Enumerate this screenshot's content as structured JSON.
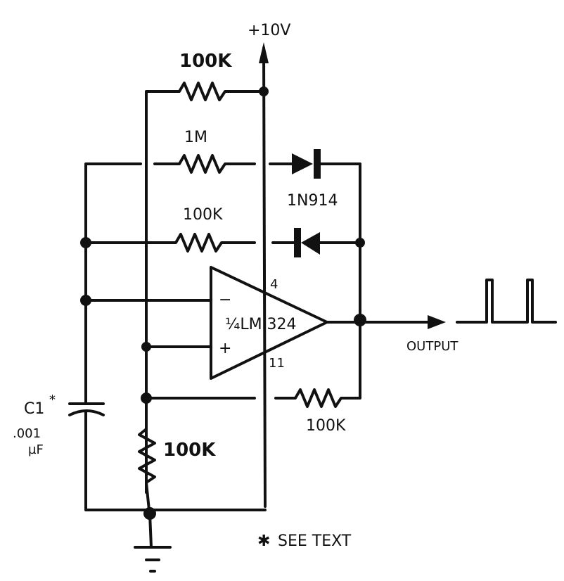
{
  "diagram": {
    "type": "schematic",
    "description": "Op-amp pulse generator (relaxation oscillator) with diode-steered timing",
    "supply": {
      "label": "+10V"
    },
    "opamp": {
      "label": "¼LM 324",
      "inverting_symbol": "−",
      "noninverting_symbol": "+",
      "pin_vplus": "4",
      "pin_vminus": "11"
    },
    "resistors": [
      {
        "id": "r-top",
        "label": "100K"
      },
      {
        "id": "r-1m",
        "label": "1M"
      },
      {
        "id": "r-mid",
        "label": "100K"
      },
      {
        "id": "r-divider",
        "label": "100K"
      },
      {
        "id": "r-feedback",
        "label": "100K"
      }
    ],
    "diodes": {
      "label": "1N914"
    },
    "capacitor": {
      "name": "C1",
      "marker": "*",
      "value": ".001",
      "unit": "µF"
    },
    "output": {
      "label": "OUTPUT"
    },
    "footnote": {
      "marker": "✱",
      "text": "SEE TEXT"
    }
  }
}
